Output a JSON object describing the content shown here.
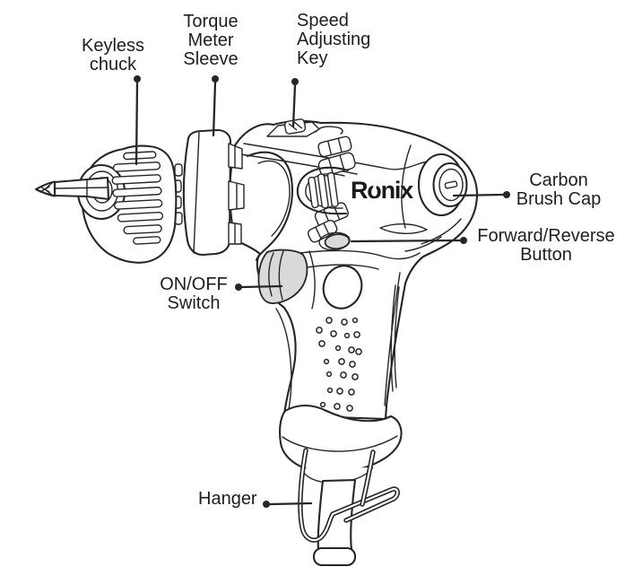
{
  "brand_logo": "Ronix",
  "labels": {
    "keyless_chuck": [
      "Keyless",
      "chuck"
    ],
    "torque_meter_sleeve": [
      "Torque",
      "Meter",
      "Sleeve"
    ],
    "speed_adjusting_key": [
      "Speed",
      "Adjusting",
      "Key"
    ],
    "carbon_brush_cap": [
      "Carbon",
      "Brush Cap"
    ],
    "forward_reverse_button": [
      "Forward/Reverse",
      "Button"
    ],
    "on_off_switch": [
      "ON/OFF",
      "Switch"
    ],
    "hanger": [
      "Hanger"
    ]
  },
  "colors": {
    "line": "#262626",
    "label_text": "#1e1e1e",
    "shade_fill": "#d9d9d9",
    "background": "#ffffff"
  }
}
